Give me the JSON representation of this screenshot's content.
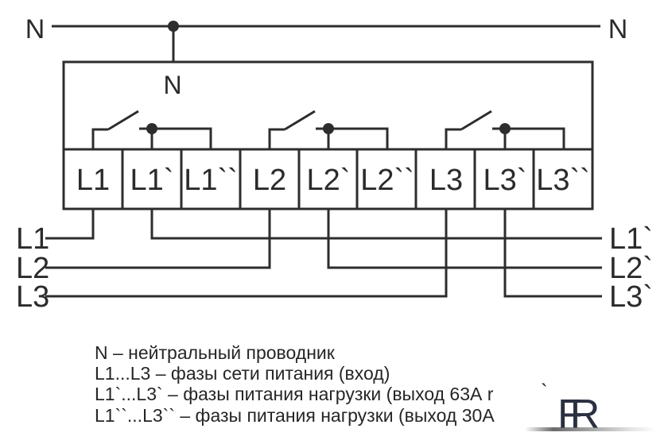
{
  "neutral": {
    "left_label": "N",
    "right_label": "N",
    "device_label": "N"
  },
  "device": {
    "terminals": [
      "L1",
      "L1`",
      "L1``",
      "L2",
      "L2`",
      "L2``",
      "L3",
      "L3`",
      "L3``"
    ]
  },
  "inputs": [
    "L1",
    "L2",
    "L3"
  ],
  "outputs": [
    "L1`",
    "L2`",
    "L3`"
  ],
  "legend": {
    "lines": [
      "N – нейтральный проводник",
      "L1...L3 – фазы сети питания (вход)",
      "L1`...L3` – фазы питания нагрузки (выход 63А r",
      "L1``...L3`` – фазы питания нагрузки (выход 30А"
    ]
  },
  "watermark": {
    "cutoff_mark": "`",
    "logo_letter_1": "F",
    "logo_letter_2": "R"
  },
  "colors": {
    "line": "#2d2d2d",
    "text": "#2b2b2b",
    "logo": "#2b3040"
  }
}
